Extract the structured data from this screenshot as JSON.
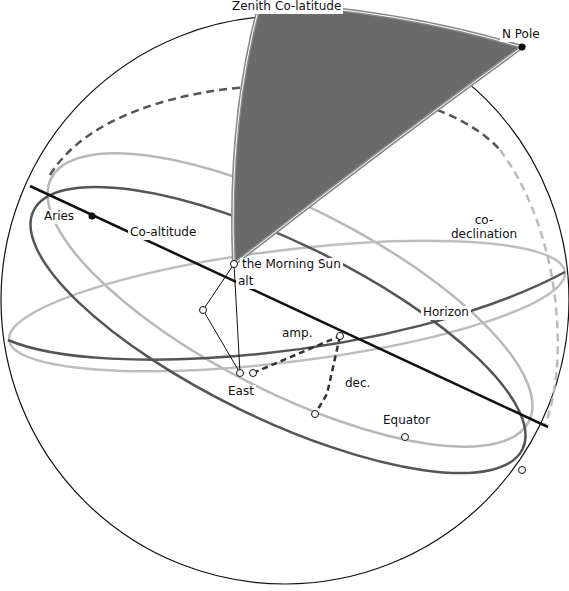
{
  "diagram": {
    "labels": [
      "Zenith",
      "Co-latitude",
      "N Pole",
      "co- declination",
      "Co-altitude",
      "Aries",
      "the Morning Sun",
      "alt",
      "Horizon",
      "amp.",
      "East",
      "dec.",
      "Equator"
    ]
  }
}
